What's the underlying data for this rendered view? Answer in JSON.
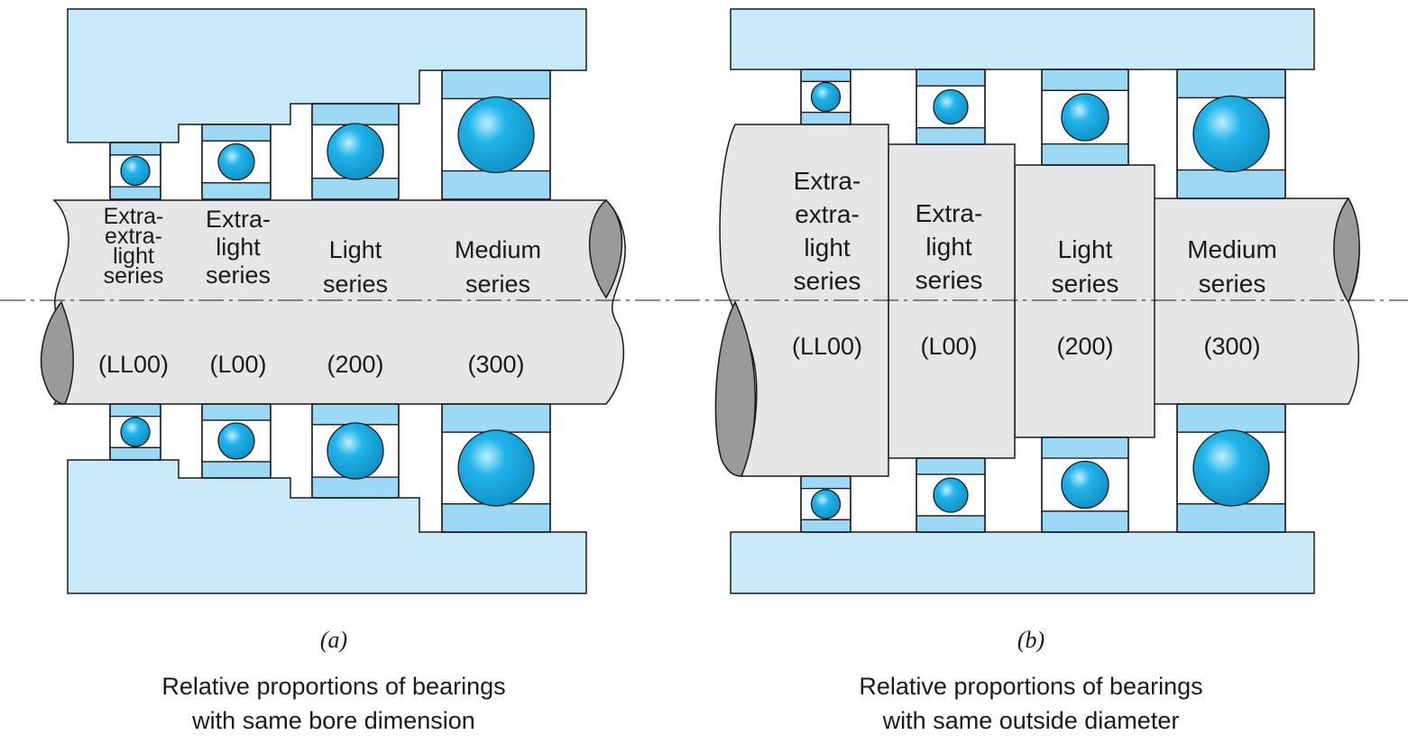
{
  "colors": {
    "housing": "#c8e9fa",
    "race": "#9dd9f5",
    "ball": "#21b4ea",
    "shaft": "#e6e6e8",
    "shaft_end": "#9a9a9c",
    "outline": "#1a1a1a"
  },
  "panel_a": {
    "letter": "(a)",
    "caption_line1": "Relative proportions of bearings",
    "caption_line2": "with same bore dimension",
    "series": [
      {
        "name_lines": [
          "Extra-",
          "extra-",
          "light",
          "series"
        ],
        "code": "(LL00)"
      },
      {
        "name_lines": [
          "Extra-",
          "light",
          "series"
        ],
        "code": "(L00)"
      },
      {
        "name_lines": [
          "Light",
          "series"
        ],
        "code": "(200)"
      },
      {
        "name_lines": [
          "Medium",
          "series"
        ],
        "code": "(300)"
      }
    ]
  },
  "panel_b": {
    "letter": "(b)",
    "caption_line1": "Relative proportions of bearings",
    "caption_line2": "with same outside diameter",
    "series": [
      {
        "name_lines": [
          "Extra-",
          "extra-",
          "light",
          "series"
        ],
        "code": "(LL00)"
      },
      {
        "name_lines": [
          "Extra-",
          "light",
          "series"
        ],
        "code": "(L00)"
      },
      {
        "name_lines": [
          "Light",
          "series"
        ],
        "code": "(200)"
      },
      {
        "name_lines": [
          "Medium",
          "series"
        ],
        "code": "(300)"
      }
    ]
  }
}
